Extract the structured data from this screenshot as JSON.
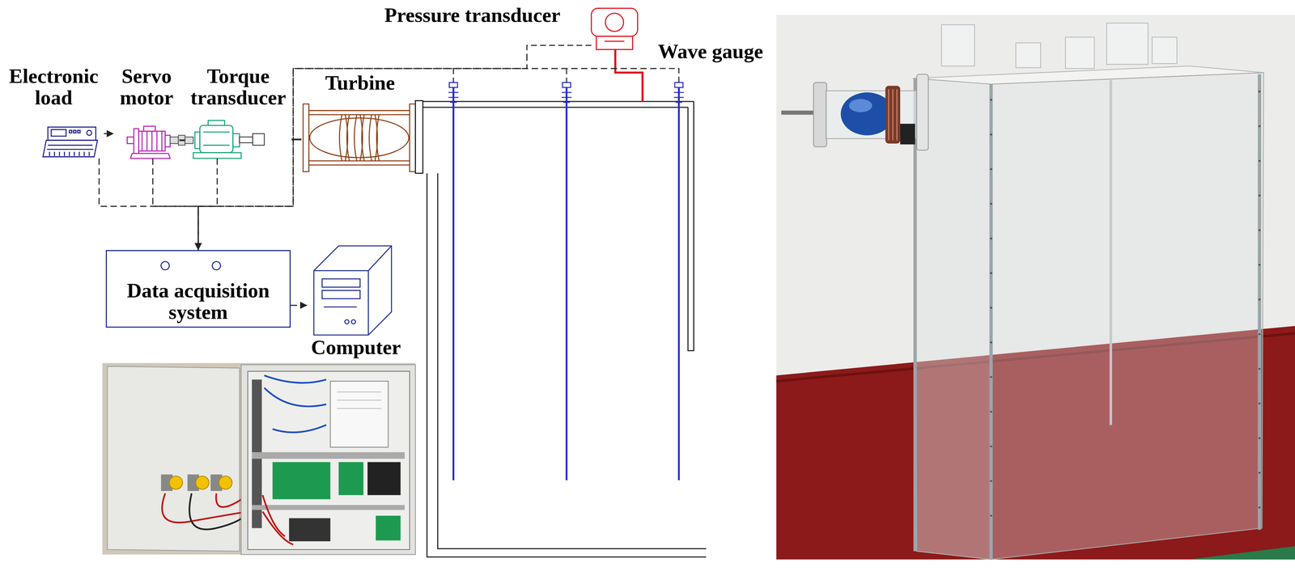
{
  "diagram": {
    "nodes": [
      {
        "text": [
          "Electronic load"
        ]
      },
      {
        "text": [
          "Servo motor"
        ]
      },
      {
        "text": [
          "Torque transducer"
        ]
      },
      {
        "text": [
          "Turbine"
        ]
      },
      {
        "text": [
          "Pressure transducer"
        ]
      },
      {
        "text": [
          "Wave gauge"
        ]
      },
      {
        "text": [
          "Data acquisition system"
        ]
      },
      {
        "text": [
          "Computer"
        ]
      }
    ],
    "edges": [
      {
        "from": 0,
        "to": 1,
        "arrow": "to"
      },
      {
        "from": 1,
        "to": 2,
        "arrow": "none"
      },
      {
        "from": 2,
        "to": 3,
        "arrow": "none"
      },
      {
        "from": 0,
        "to": 6,
        "arrow": "to"
      },
      {
        "from": 1,
        "to": 6,
        "arrow": "to"
      },
      {
        "from": 2,
        "to": 6,
        "arrow": "to"
      },
      {
        "from": 4,
        "to": 6,
        "arrow": "to"
      },
      {
        "from": 5,
        "to": 6,
        "arrow": "to"
      },
      {
        "from": 6,
        "to": 7,
        "arrow": "to"
      }
    ]
  }
}
